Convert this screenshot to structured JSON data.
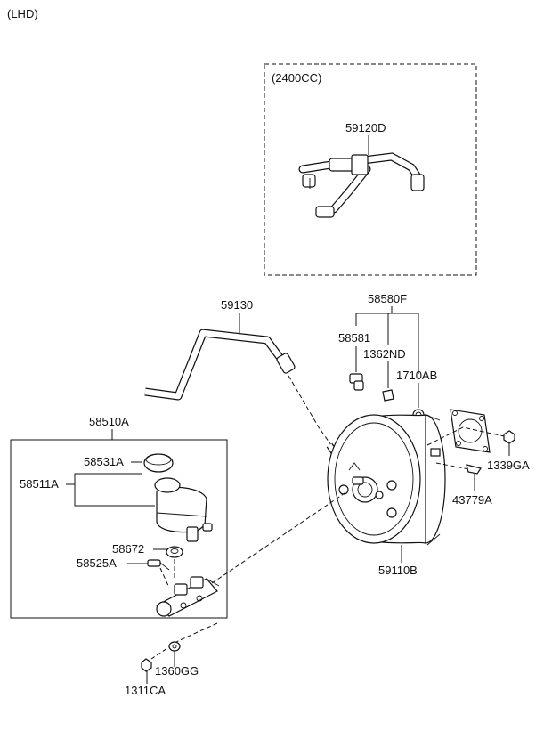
{
  "variant": "(LHD)",
  "inset": {
    "title": "(2400CC)",
    "part": "59120D"
  },
  "labels": {
    "p59130": "59130",
    "p58580F": "58580F",
    "p58581": "58581",
    "p1362ND": "1362ND",
    "p1710AB": "1710AB",
    "p1339GA": "1339GA",
    "p43779A": "43779A",
    "p59110B": "59110B",
    "p58510A": "58510A",
    "p58531A": "58531A",
    "p58511A": "58511A",
    "p58672": "58672",
    "p58525A": "58525A",
    "p1360GG": "1360GG",
    "p1311CA": "1311CA"
  }
}
